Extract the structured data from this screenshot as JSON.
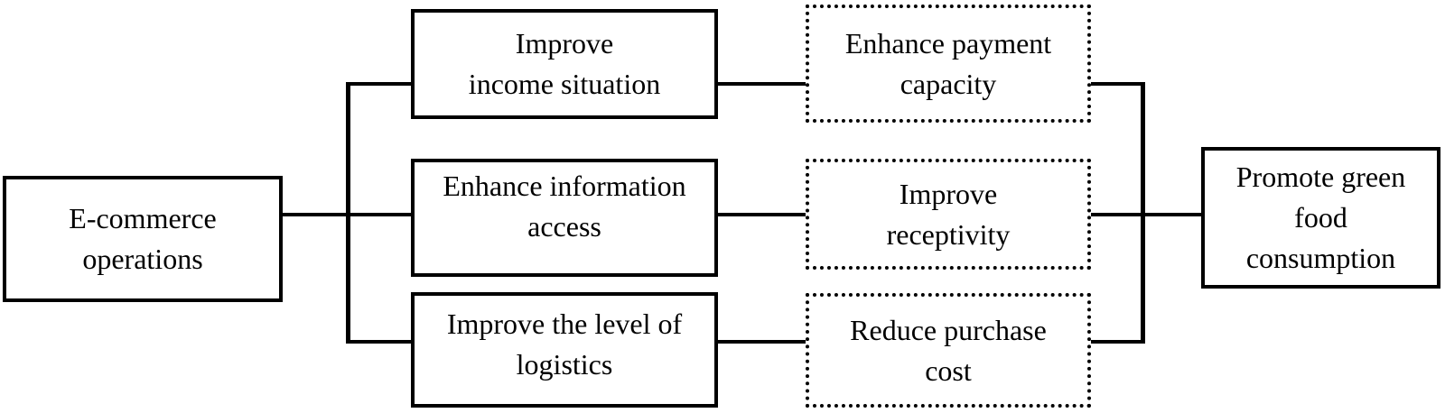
{
  "diagram": {
    "type": "flowchart",
    "colors": {
      "background": "#ffffff",
      "line": "#000000",
      "box_fill": "#ffffff",
      "text": "#000000"
    },
    "nodes": {
      "ecommerce": {
        "label": "E-commerce\noperations",
        "border": "solid",
        "role": "source"
      },
      "income": {
        "label": "Improve\nincome situation",
        "border": "solid",
        "role": "mediator"
      },
      "information": {
        "label": "Enhance information\naccess",
        "border": "solid",
        "role": "mediator"
      },
      "logistics": {
        "label": "Improve the level of\nlogistics",
        "border": "solid",
        "role": "mediator"
      },
      "payment": {
        "label": "Enhance payment\ncapacity",
        "border": "dotted",
        "role": "mediator"
      },
      "receptivity": {
        "label": "Improve\nreceptivity",
        "border": "dotted",
        "role": "mediator"
      },
      "cost": {
        "label": "Reduce purchase\ncost",
        "border": "dotted",
        "role": "mediator"
      },
      "outcome": {
        "label": "Promote green\nfood\nconsumption",
        "border": "solid",
        "role": "outcome"
      }
    },
    "edges": [
      {
        "from": "ecommerce",
        "to": "income"
      },
      {
        "from": "ecommerce",
        "to": "information"
      },
      {
        "from": "ecommerce",
        "to": "logistics"
      },
      {
        "from": "income",
        "to": "payment"
      },
      {
        "from": "information",
        "to": "receptivity"
      },
      {
        "from": "logistics",
        "to": "cost"
      },
      {
        "from": "payment",
        "to": "outcome"
      },
      {
        "from": "receptivity",
        "to": "outcome"
      },
      {
        "from": "cost",
        "to": "outcome"
      }
    ]
  }
}
